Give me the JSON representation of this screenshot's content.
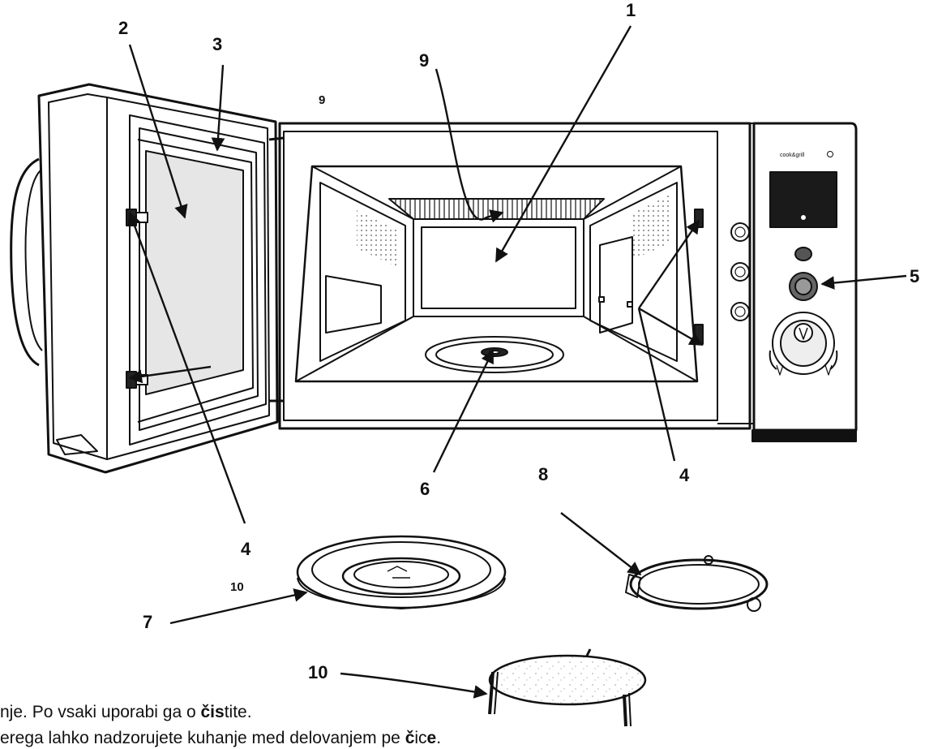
{
  "callouts": {
    "c1": "1",
    "c2": "2",
    "c3": "3",
    "c4a": "4",
    "c4b": "4",
    "c5": "5",
    "c6": "6",
    "c7": "7",
    "c8": "8",
    "c9a": "9",
    "c9b": "9",
    "c10a": "10",
    "c10b": "10"
  },
  "caption": {
    "line1_a": "nje. Po vsaki uporabi ga o ",
    "line1_b": "či",
    "line1_c": "s",
    "line1_d": "tite.",
    "line2_a": "erega lahko nadzorujete kuhanje med delovanjem pe ",
    "line2_b": "č",
    "line2_c": "ic",
    "line2_d": "e",
    "line2_e": "."
  },
  "colors": {
    "ink": "#111111",
    "door_glass": "#e6e6e6",
    "panel_screen": "#1a1a1a"
  }
}
